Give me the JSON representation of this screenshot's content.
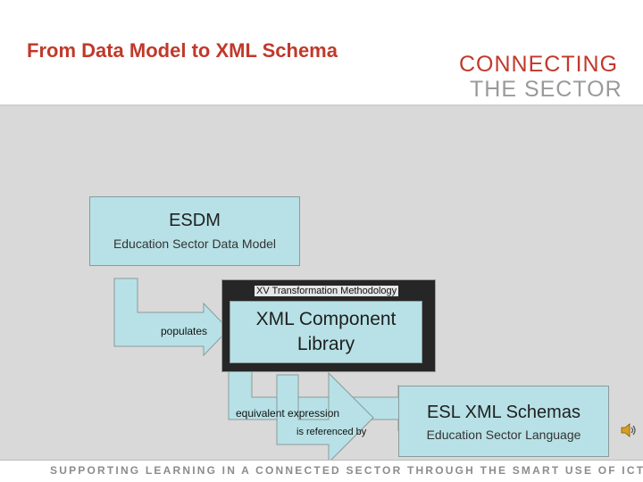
{
  "slide": {
    "title": "From Data Model to XML Schema",
    "logo": {
      "line1": "CONNECTING",
      "line2": "THE SECTOR"
    }
  },
  "diagram": {
    "esdm": {
      "title": "ESDM",
      "subtitle": "Education Sector Data Model"
    },
    "methodology": {
      "label": "XV Transformation Methodology"
    },
    "xcl": {
      "title": "XML Component Library"
    },
    "esl": {
      "title": "ESL XML Schemas",
      "subtitle": "Education Sector Language"
    },
    "edges": {
      "populates": "populates",
      "equivalent": "equivalent expression",
      "referenced": "is referenced by"
    }
  },
  "footer": {
    "text": "SUPPORTING LEARNING IN A CONNECTED SECTOR THROUGH THE SMART USE OF ICT"
  },
  "icons": {
    "speaker": "speaker-icon"
  },
  "colors": {
    "title": "#c0392b",
    "box": "#b7e1e6",
    "panel": "#262626",
    "background": "#d9d9d9"
  }
}
